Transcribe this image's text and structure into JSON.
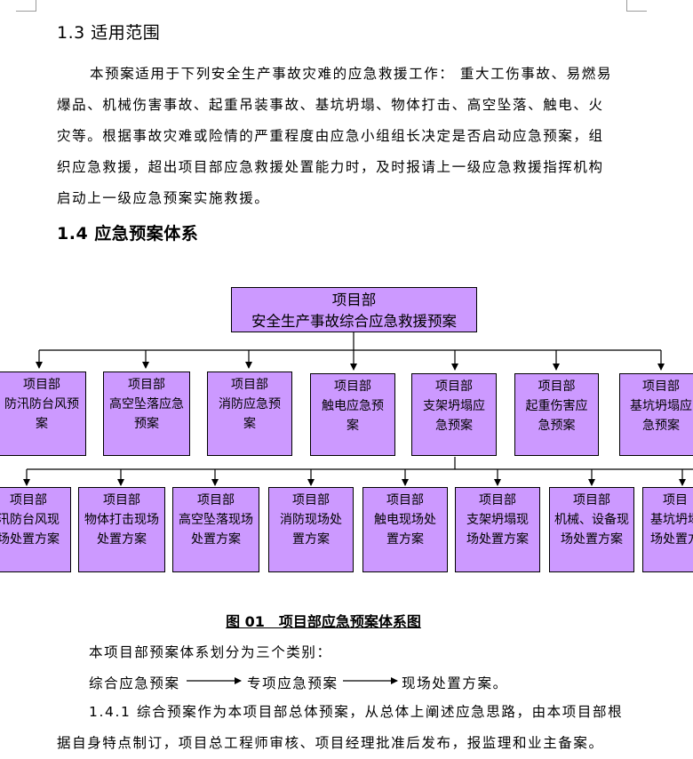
{
  "section_13": {
    "heading": "1.3 适用范围"
  },
  "para_13": [
    "本预案适用于下列安全生产事故灾难的应急救援工作： 重大工伤事故、易燃易",
    "爆品、机械伤害事故、起重吊装事故、基坑坍塌、物体打击、高空坠落、触电、火",
    "灾等。根据事故灾难或险情的严重程度由应急小组组长决定是否启动应急预案，组",
    "织应急救援，超出项目部应急救援处置能力时，及时报请上一级应急救援指挥机构",
    "启动上一级应急预案实施救援。"
  ],
  "section_14": {
    "heading": "1.4 应急预案体系"
  },
  "chart": {
    "top": [
      "项目部",
      "安全生产事故综合应急救援预案"
    ],
    "level2": [
      [
        "项目部",
        "防汛防台风预",
        "案"
      ],
      [
        "项目部",
        "高空坠落应急",
        "预案"
      ],
      [
        "项目部",
        "消防应急预",
        "案"
      ],
      [
        "项目部",
        "触电应急预",
        "案"
      ],
      [
        "项目部",
        "支架坍塌应",
        "急预案"
      ],
      [
        "项目部",
        "起重伤害应",
        "急预案"
      ],
      [
        "项目部",
        "基坑坍塌应",
        "急预案"
      ]
    ],
    "level3": [
      [
        "项目部",
        "汛防台风现",
        "场处置方案"
      ],
      [
        "项目部",
        "物体打击现场",
        "处置方案"
      ],
      [
        "项目部",
        "高空坠落现场",
        "处置方案"
      ],
      [
        "项目部",
        "消防现场处",
        "置方案"
      ],
      [
        "项目部",
        "触电现场处",
        "置方案"
      ],
      [
        "项目部",
        "支架坍塌现",
        "场处置方案"
      ],
      [
        "项目部",
        "机械、设备现",
        "场处置方案"
      ],
      [
        "项目",
        "基坑坍塌",
        "场处置方"
      ]
    ]
  },
  "caption": "图 01　项目部应急预案体系图",
  "intro": "本项目部预案体系划分为三个类别：",
  "flow": [
    "综合应急预案",
    "专项应急预案",
    "现场处置方案。"
  ],
  "para_141": [
    "1.4.1 综合预案作为本项目部总体预案，从总体上阐述应急思路，由本项目部根",
    "据自身特点制订，项目总工程师审核、项目经理批准后发布，报监理和业主备案。"
  ]
}
